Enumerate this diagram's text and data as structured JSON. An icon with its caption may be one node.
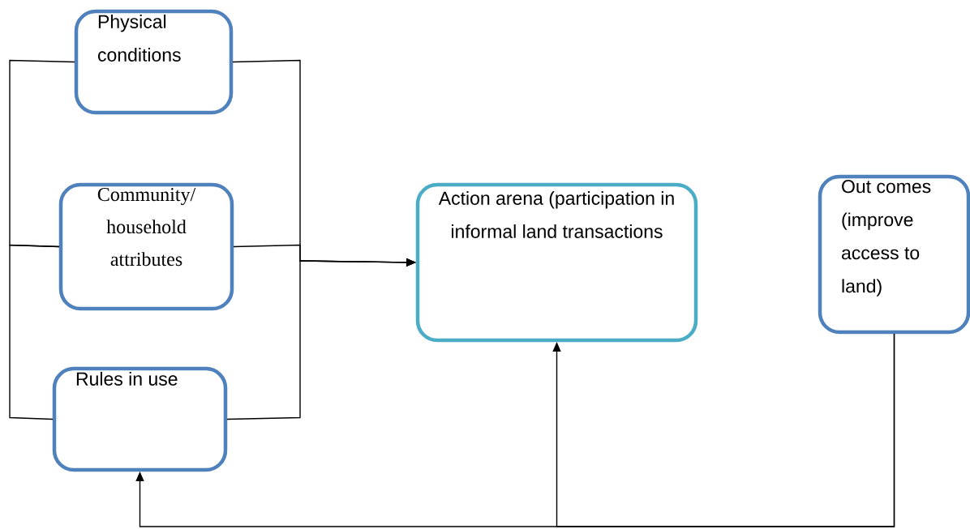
{
  "diagram": {
    "nodes": [
      {
        "text": [
          "Physical conditions"
        ]
      },
      {
        "text": [
          "Community/ household attributes"
        ]
      },
      {
        "text": [
          "Rules in use"
        ]
      },
      {
        "text": [
          "Action arena (participation in informal land transactions"
        ]
      },
      {
        "text": [
          "Out comes (improve access to land)"
        ]
      }
    ],
    "edges": [
      {
        "from": 0,
        "to": 3,
        "arrow": "to"
      },
      {
        "from": 1,
        "to": 3,
        "arrow": "to"
      },
      {
        "from": 2,
        "to": 3,
        "arrow": "to"
      },
      {
        "from": 0,
        "to": 1,
        "arrow": "none"
      },
      {
        "from": 1,
        "to": 2,
        "arrow": "none"
      },
      {
        "from": 4,
        "to": 3,
        "arrow": "to"
      },
      {
        "from": 4,
        "to": 2,
        "arrow": "to"
      }
    ]
  }
}
